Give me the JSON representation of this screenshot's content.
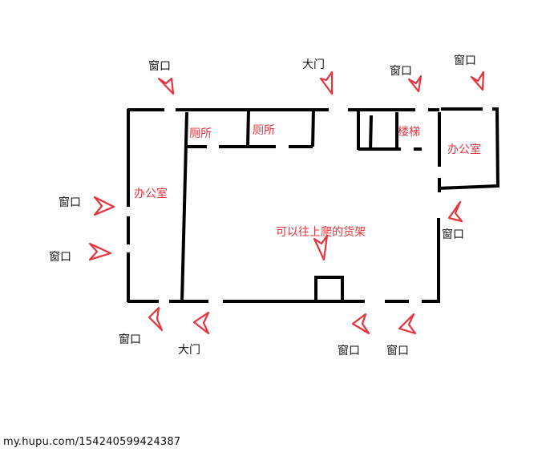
{
  "labels": {
    "window": "窗口",
    "main_door": "大门",
    "toilet": "厕所",
    "stairs": "楼梯",
    "office": "办公室",
    "shelf": "可以往上爬的货架"
  },
  "watermark": "my.hupu.com/154240599424387",
  "colors": {
    "annotation": "#e8323c",
    "wall": "#000000",
    "background": "#ffffff"
  }
}
